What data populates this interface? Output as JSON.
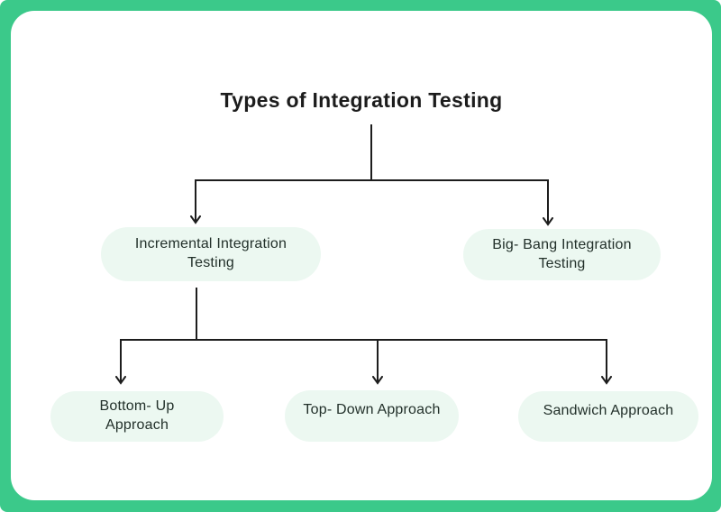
{
  "diagram": {
    "title": "Types of Integration Testing",
    "level1_nodes": [
      {
        "id": "incremental-integration-testing",
        "label": "Incremental Integration Testing"
      },
      {
        "id": "big-bang-integration-testing",
        "label": "Big- Bang Integration Testing"
      }
    ],
    "level2_nodes": [
      {
        "id": "bottom-up-approach",
        "label": "Bottom- Up Approach"
      },
      {
        "id": "top-down-approach",
        "label": "Top- Down Approach"
      },
      {
        "id": "sandwich-approach",
        "label": "Sandwich Approach"
      }
    ],
    "colors": {
      "frame_green": "#3bc98a",
      "card_white": "#ffffff",
      "node_mint": "#ecf8f1",
      "line_black": "#1d1d1d",
      "text_dark": "#1c1c1c"
    }
  }
}
